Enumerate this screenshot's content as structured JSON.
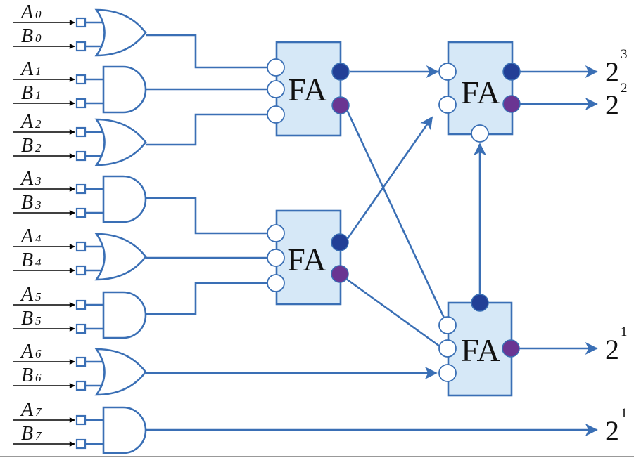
{
  "inputs": [
    {
      "letter": "A",
      "index": "0"
    },
    {
      "letter": "B",
      "index": "0"
    },
    {
      "letter": "A",
      "index": "1"
    },
    {
      "letter": "B",
      "index": "1"
    },
    {
      "letter": "A",
      "index": "2"
    },
    {
      "letter": "B",
      "index": "2"
    },
    {
      "letter": "A",
      "index": "3"
    },
    {
      "letter": "B",
      "index": "3"
    },
    {
      "letter": "A",
      "index": "4"
    },
    {
      "letter": "B",
      "index": "4"
    },
    {
      "letter": "A",
      "index": "5"
    },
    {
      "letter": "B",
      "index": "5"
    },
    {
      "letter": "A",
      "index": "6"
    },
    {
      "letter": "B",
      "index": "6"
    },
    {
      "letter": "A",
      "index": "7"
    },
    {
      "letter": "B",
      "index": "7"
    }
  ],
  "gates": [
    "or",
    "and",
    "or",
    "and",
    "or",
    "and",
    "or",
    "and"
  ],
  "adders": [
    {
      "label": "FA"
    },
    {
      "label": "FA"
    },
    {
      "label": "FA"
    },
    {
      "label": "FA"
    }
  ],
  "outputs": [
    {
      "base": "2",
      "exp": "3"
    },
    {
      "base": "2",
      "exp": "2"
    },
    {
      "base": "2",
      "exp": "1"
    },
    {
      "base": "2",
      "exp": "1"
    }
  ],
  "colors": {
    "wire": "#3a6fb5",
    "box_fill": "#d6e8f7",
    "carry_port": "#223f96",
    "sum_port": "#6a3592"
  }
}
